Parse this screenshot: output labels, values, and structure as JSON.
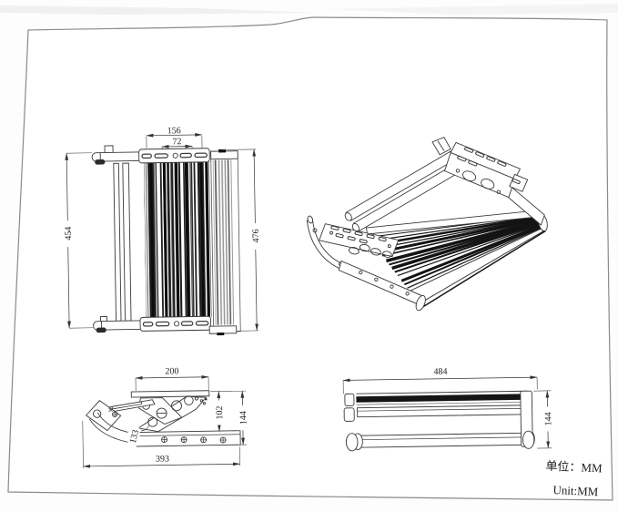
{
  "unit_note": {
    "cn": "单位：MM",
    "en": "Unit:MM"
  },
  "colors": {
    "line": "#3a3a3a",
    "dim_text": "#222222",
    "paper": "#ffffff",
    "border": "#8a8a8a",
    "tread_dark": "#1a1a1a"
  },
  "views": {
    "top_view": {
      "dims": {
        "outer_width": "156",
        "inner_width": "72",
        "left_length": "454",
        "right_length": "476"
      }
    },
    "side_view": {
      "dims": {
        "plate_width": "200",
        "bend": "133",
        "upper_height": "102",
        "overall_height": "144",
        "overall_length": "393"
      }
    },
    "front_view": {
      "dims": {
        "overall_width": "484",
        "overall_height": "144"
      }
    }
  }
}
